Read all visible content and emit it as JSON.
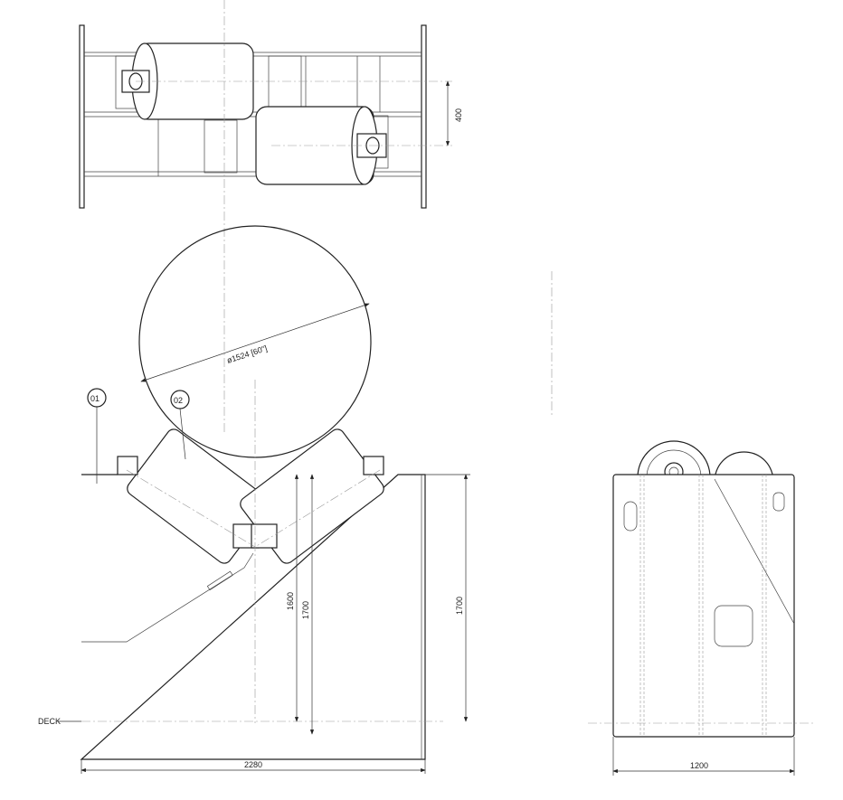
{
  "top_view": {
    "dim_roller_offset": "400"
  },
  "circle": {
    "diameter_label": "ø1524 [60\"]"
  },
  "front_view": {
    "callouts": [
      "01",
      "02"
    ],
    "dim_height_inner": "1600",
    "dim_height_mid": "1700",
    "dim_height_right": "1700",
    "deck_label": "DECK",
    "dim_width": "2280"
  },
  "side_view": {
    "dim_width": "1200"
  }
}
